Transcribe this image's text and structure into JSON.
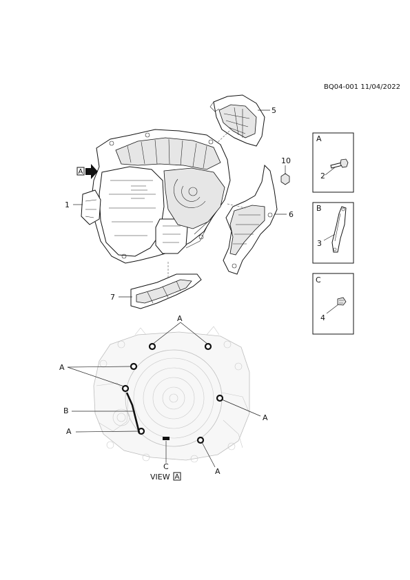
{
  "header": {
    "doc_id": "BQ04-001 11/04/2022"
  },
  "callouts": {
    "item_1": "1",
    "item_2": "2",
    "item_3": "3",
    "item_4": "4",
    "item_5": "5",
    "item_6": "6",
    "item_7": "7",
    "item_10": "10"
  },
  "view_arrow_letter": "A",
  "detail_boxes": {
    "a": {
      "letter": "A"
    },
    "b": {
      "letter": "B"
    },
    "c": {
      "letter": "C"
    }
  },
  "lower_view": {
    "markers": [
      "A",
      "A",
      "B",
      "A",
      "A",
      "A",
      "C"
    ],
    "marker_top": "A",
    "marker_left_1": "A",
    "marker_b": "B",
    "marker_left_2": "A",
    "marker_right": "A",
    "marker_bottom_right": "A",
    "marker_c": "C",
    "view_caption": "VIEW",
    "view_caption_letter": "A"
  }
}
